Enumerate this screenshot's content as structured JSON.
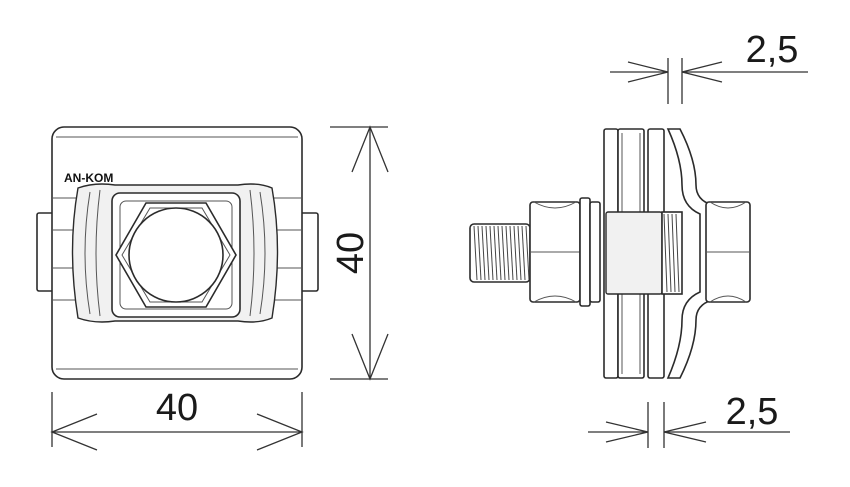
{
  "brand": "AN-KOM",
  "dimensions": {
    "front_width": "40",
    "front_height": "40",
    "side_top_gap": "2,5",
    "side_bottom_gap": "2,5"
  }
}
